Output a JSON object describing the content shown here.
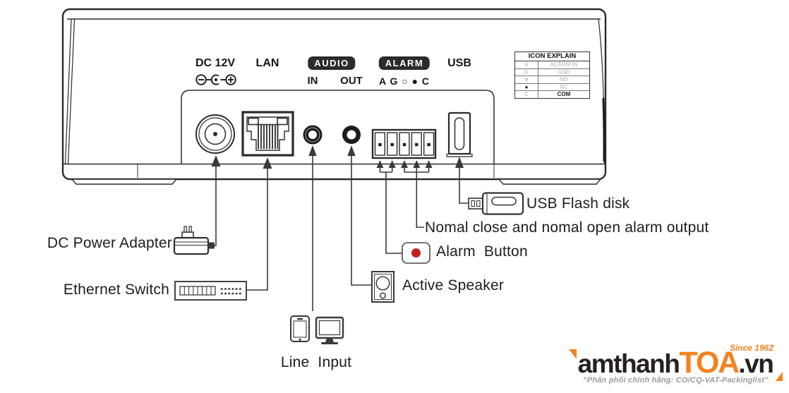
{
  "device": {
    "ports": {
      "dc": {
        "label": "DC 12V"
      },
      "lan": {
        "label": "LAN"
      },
      "audio": {
        "badge": "AUDIO",
        "in": "IN",
        "out": "OUT"
      },
      "alarm": {
        "badge": "ALARM",
        "pins": "A G ○ ● C"
      },
      "usb": {
        "label": "USB"
      }
    },
    "icon_explain": {
      "title": "ICON EXPLAIN",
      "rows": [
        {
          "icon": "A",
          "meaning": "ALARM IN"
        },
        {
          "icon": "G",
          "meaning": "GND"
        },
        {
          "icon": "○",
          "meaning": "NO"
        },
        {
          "icon": "●",
          "meaning": "NC"
        },
        {
          "icon": "C",
          "meaning": "COM"
        }
      ]
    }
  },
  "annotations": {
    "dc_power_adapter": "DC Power Adapter",
    "ethernet_switch": "Ethernet Switch",
    "line_input": "Line  Input",
    "active_speaker": "Active Speaker",
    "alarm_button": "Alarm  Button",
    "alarm_output": "Nomal close and nomal open alarm output",
    "usb_flash_disk": "USB Flash disk"
  },
  "logo": {
    "brand_black": "amthanh",
    "brand_orange": "TOA",
    "brand_suffix": ".vn",
    "since": "Since 1962",
    "tagline": "“Phân phối chính hãng: CO/CQ-VAT-Packinglist”"
  },
  "colors": {
    "line": "#2b2b2b",
    "brand_orange": "#F5821F",
    "alarm_red": "#C32222",
    "table_gray": "#c8c8c8"
  }
}
